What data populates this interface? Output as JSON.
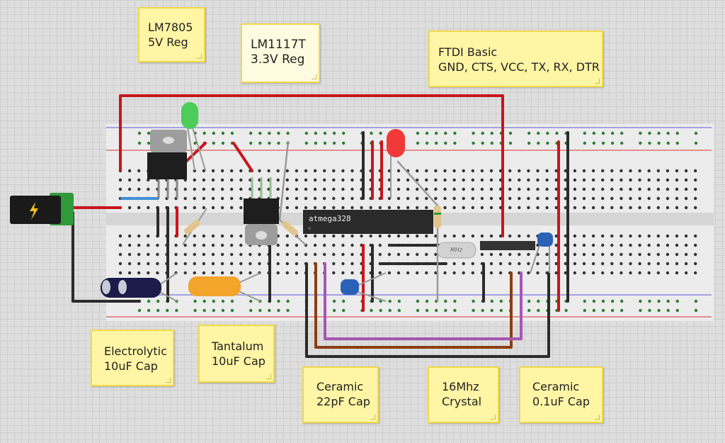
{
  "notes": {
    "lm7805": {
      "line1": "LM7805",
      "line2": "5V Reg"
    },
    "lm1117": {
      "line1": "LM1117T",
      "line2": "3.3V Reg"
    },
    "ftdi": {
      "line1": "FTDI Basic",
      "line2": "GND, CTS, VCC, TX, RX, DTR"
    },
    "electrolytic": {
      "line1": "Electrolytic",
      "line2": "10uF Cap"
    },
    "tantalum": {
      "line1": "Tantalum",
      "line2": "10uF Cap"
    },
    "ceramic22": {
      "line1": "Ceramic",
      "line2": "22pF Cap"
    },
    "crystal": {
      "line1": "16Mhz",
      "line2": "Crystal"
    },
    "ceramic01": {
      "line1": "Ceramic",
      "line2": "0.1uF Cap"
    }
  },
  "components": {
    "mcu_label": "atmega328",
    "crystal_label": "MHz"
  },
  "colors": {
    "wire_red": "#c8161d",
    "wire_black": "#2b2b2b",
    "wire_blue": "#3f8fd8",
    "wire_brown": "#8a3f12",
    "wire_purple": "#a855b5",
    "wire_gray": "#9a9a9a",
    "note_bg": "#fff5a5"
  }
}
